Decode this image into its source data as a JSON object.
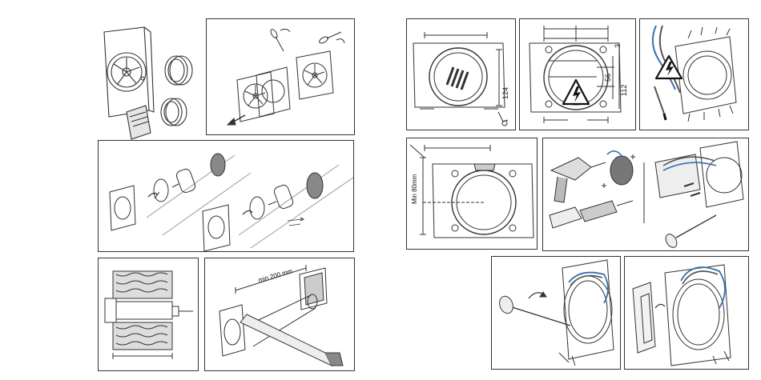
{
  "page": {
    "left_sheet": "installation-steps-left",
    "right_sheet": "installation-steps-right"
  },
  "dimensions": {
    "fan_cutout_height": "124",
    "mount_height": "112",
    "hole_spacing": "56",
    "edge_offset": "3",
    "min_wall_offset": "Min 80mm",
    "min_duct_length": "min 200 mm"
  },
  "icons": {
    "warning": "high-voltage-warning-icon",
    "fan": "fan-icon",
    "drill": "drill-icon",
    "screwdriver": "screwdriver-icon",
    "saw": "saw-icon"
  },
  "colors": {
    "line": "#333333",
    "wire_blue": "#3a6fb0",
    "shade": "#d9d9d9",
    "dark": "#555555"
  }
}
